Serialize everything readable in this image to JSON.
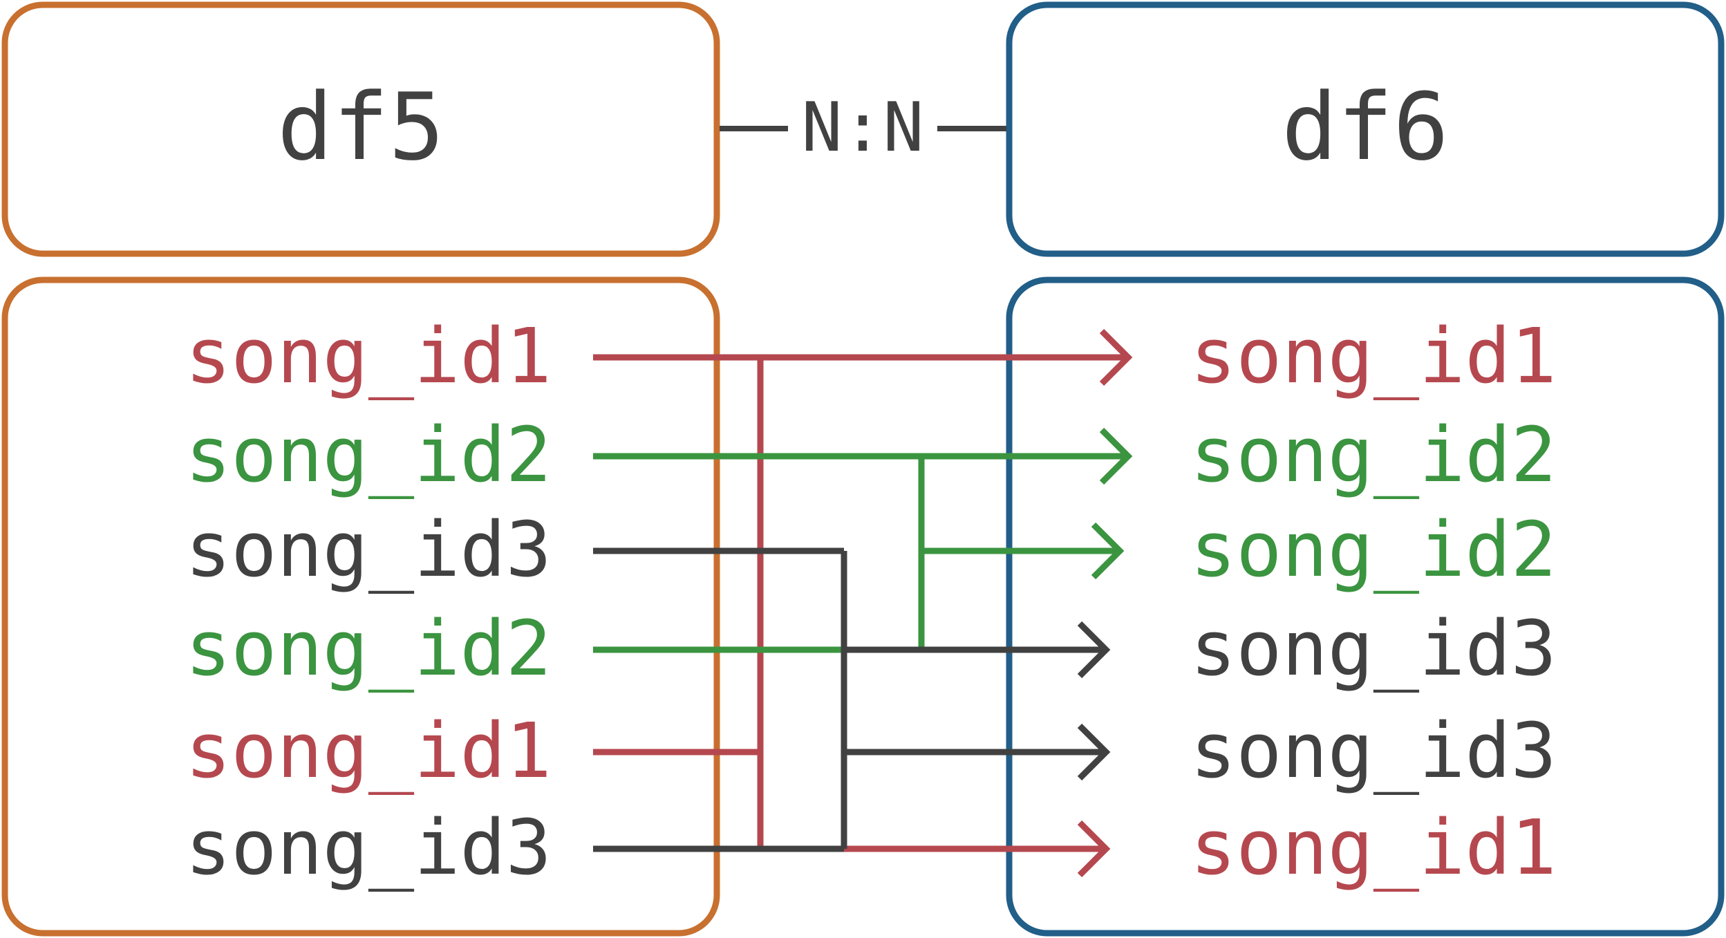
{
  "colors": {
    "left_border": "#C8702F",
    "right_border": "#215E88",
    "song_id1": "#B5484F",
    "song_id2": "#3B9440",
    "song_id3": "#414141",
    "title_text": "#414141",
    "relation": "#414141"
  },
  "left_table": {
    "title": "df5",
    "rows": [
      {
        "label": "song_id1",
        "key": "song_id1"
      },
      {
        "label": "song_id2",
        "key": "song_id2"
      },
      {
        "label": "song_id3",
        "key": "song_id3"
      },
      {
        "label": "song_id2",
        "key": "song_id2"
      },
      {
        "label": "song_id1",
        "key": "song_id1"
      },
      {
        "label": "song_id3",
        "key": "song_id3"
      }
    ]
  },
  "right_table": {
    "title": "df6",
    "rows": [
      {
        "label": "song_id1",
        "key": "song_id1"
      },
      {
        "label": "song_id2",
        "key": "song_id2"
      },
      {
        "label": "song_id2",
        "key": "song_id2"
      },
      {
        "label": "song_id3",
        "key": "song_id3"
      },
      {
        "label": "song_id3",
        "key": "song_id3"
      },
      {
        "label": "song_id1",
        "key": "song_id1"
      }
    ]
  },
  "relationship": "N:N",
  "links": [
    {
      "key": "song_id1",
      "from": [
        0,
        4
      ],
      "to": [
        0,
        5
      ]
    },
    {
      "key": "song_id2",
      "from": [
        1,
        3
      ],
      "to": [
        1,
        2
      ]
    },
    {
      "key": "song_id3",
      "from": [
        2,
        5
      ],
      "to": [
        3,
        4
      ]
    }
  ]
}
